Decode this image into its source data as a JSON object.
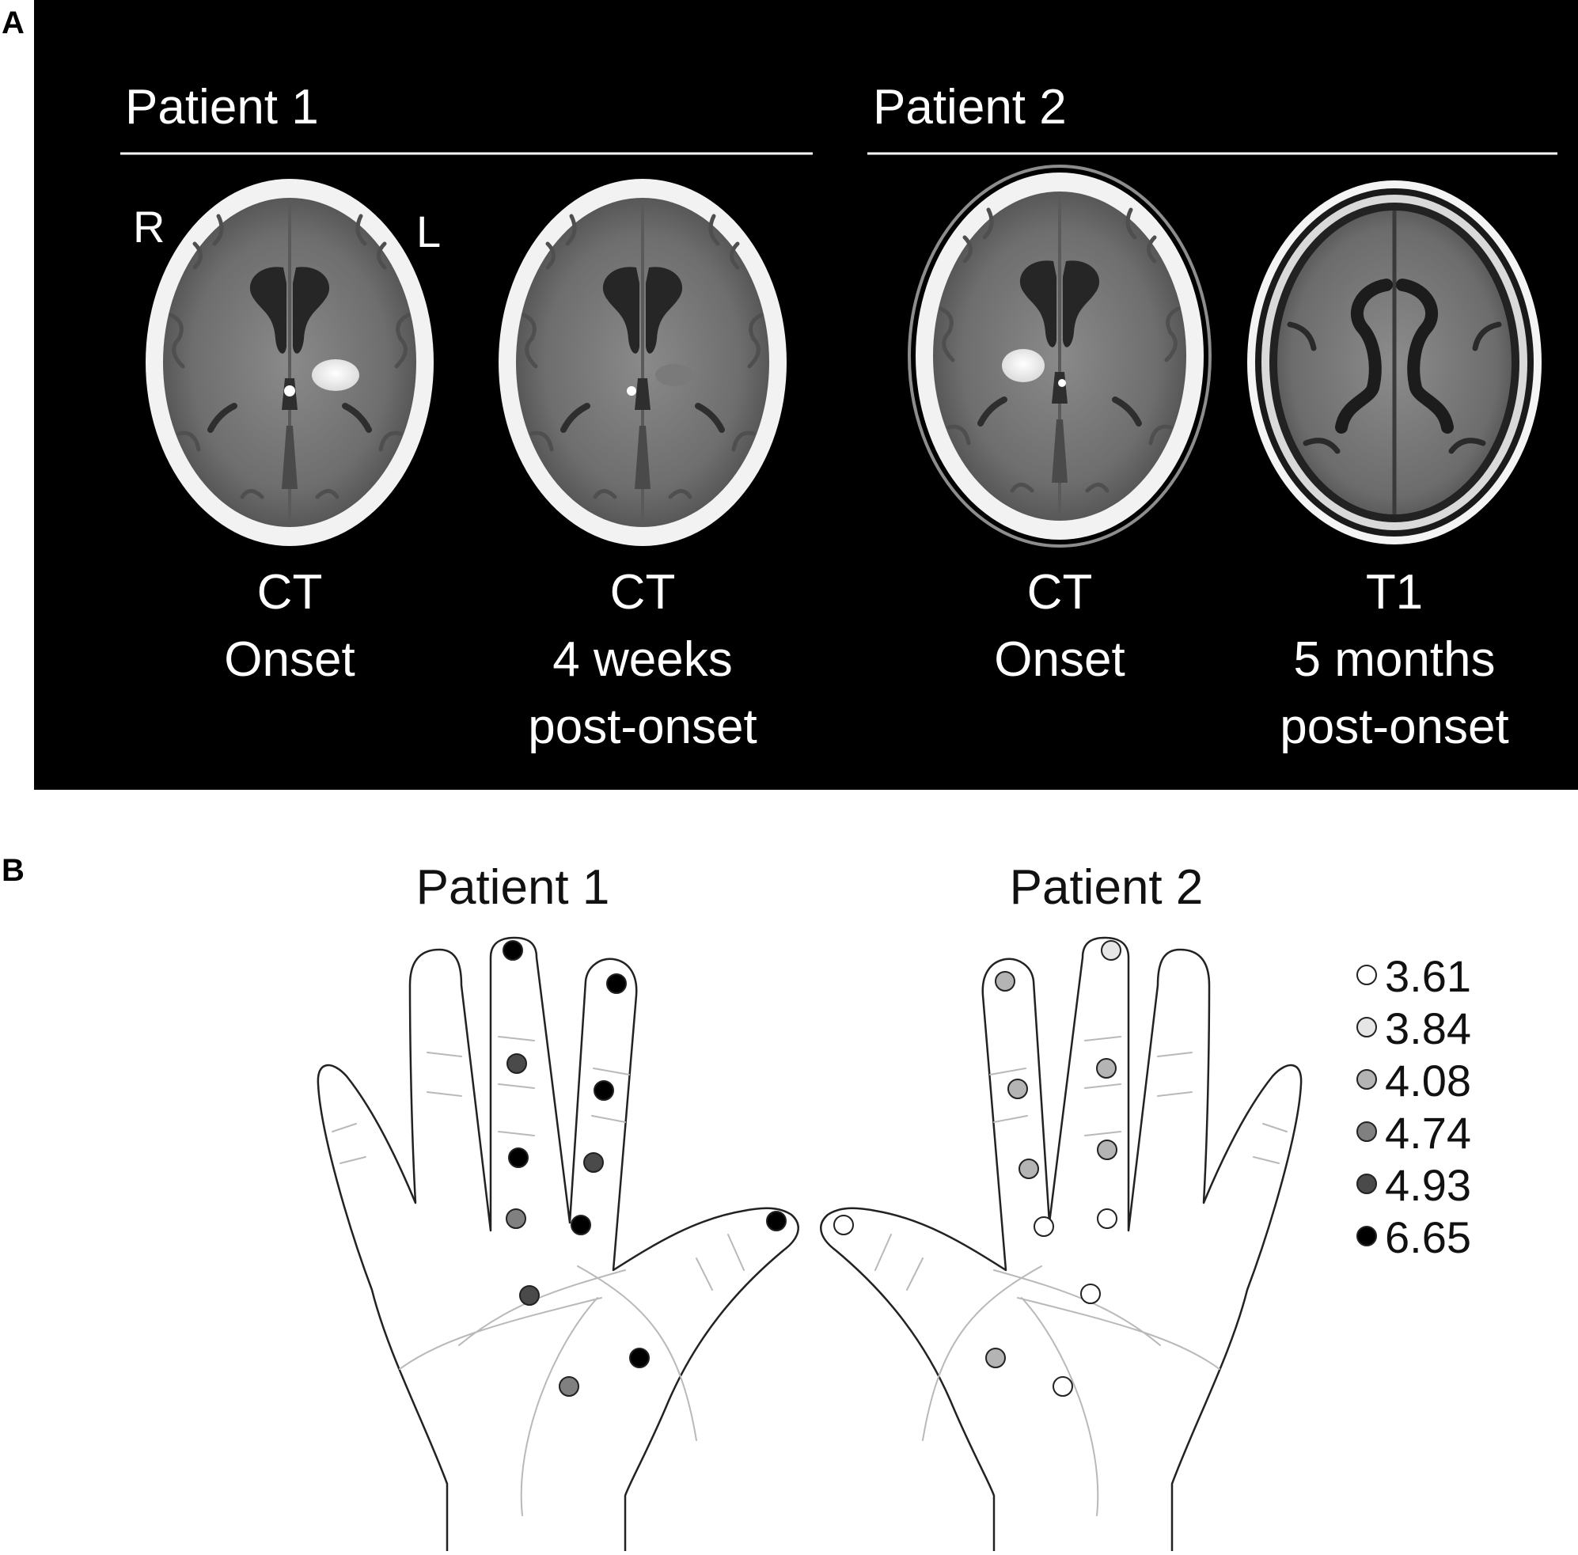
{
  "panel_a": {
    "letter": "A",
    "patient1_title": "Patient 1",
    "patient2_title": "Patient 2",
    "orientation_right": "R",
    "orientation_left": "L",
    "scans": [
      {
        "id": "p1-ct-onset",
        "lines": [
          "CT",
          "Onset",
          ""
        ],
        "lesion": "left",
        "lesion_visible": true,
        "modality": "CT"
      },
      {
        "id": "p1-ct-4w",
        "lines": [
          "CT",
          "4 weeks",
          "post-onset"
        ],
        "lesion": "left",
        "lesion_visible": false,
        "modality": "CT"
      },
      {
        "id": "p2-ct-onset",
        "lines": [
          "CT",
          "Onset",
          ""
        ],
        "lesion": "right",
        "lesion_visible": true,
        "modality": "CT"
      },
      {
        "id": "p2-t1-5m",
        "lines": [
          "T1",
          "5 months",
          "post-onset"
        ],
        "lesion": "right",
        "lesion_visible": false,
        "modality": "T1"
      }
    ]
  },
  "panel_b": {
    "letter": "B",
    "patient1_title": "Patient 1",
    "patient2_title": "Patient 2",
    "legend": [
      {
        "label": "3.61",
        "color": "#ffffff"
      },
      {
        "label": "3.84",
        "color": "#e6e6e6"
      },
      {
        "label": "4.08",
        "color": "#b4b4b4"
      },
      {
        "label": "4.74",
        "color": "#808080"
      },
      {
        "label": "4.93",
        "color": "#4a4a4a"
      },
      {
        "label": "6.65",
        "color": "#000000"
      }
    ],
    "patient1_points": [
      {
        "site": "index-tip",
        "value": "6.65"
      },
      {
        "site": "middle-tip",
        "value": "6.65"
      },
      {
        "site": "index-middle",
        "value": "4.93"
      },
      {
        "site": "middle-middle",
        "value": "6.65"
      },
      {
        "site": "index-proximal",
        "value": "6.65"
      },
      {
        "site": "middle-proximal",
        "value": "4.93"
      },
      {
        "site": "index-base",
        "value": "4.74"
      },
      {
        "site": "middle-base",
        "value": "6.65"
      },
      {
        "site": "thumb-tip",
        "value": "6.65"
      },
      {
        "site": "palm-upper",
        "value": "4.93"
      },
      {
        "site": "palm-lower-left",
        "value": "4.74"
      },
      {
        "site": "palm-lower-right",
        "value": "6.65"
      }
    ],
    "patient2_points": [
      {
        "site": "middle-tip",
        "value": "4.08"
      },
      {
        "site": "index-tip",
        "value": "3.84"
      },
      {
        "site": "middle-middle",
        "value": "4.08"
      },
      {
        "site": "index-middle",
        "value": "4.08"
      },
      {
        "site": "middle-proximal",
        "value": "4.08"
      },
      {
        "site": "index-proximal",
        "value": "4.08"
      },
      {
        "site": "middle-base",
        "value": "3.61"
      },
      {
        "site": "index-base",
        "value": "3.61"
      },
      {
        "site": "thumb-tip",
        "value": "3.61"
      },
      {
        "site": "palm-upper",
        "value": "3.61"
      },
      {
        "site": "palm-lower-left",
        "value": "4.08"
      },
      {
        "site": "palm-lower-right",
        "value": "3.61"
      }
    ]
  }
}
